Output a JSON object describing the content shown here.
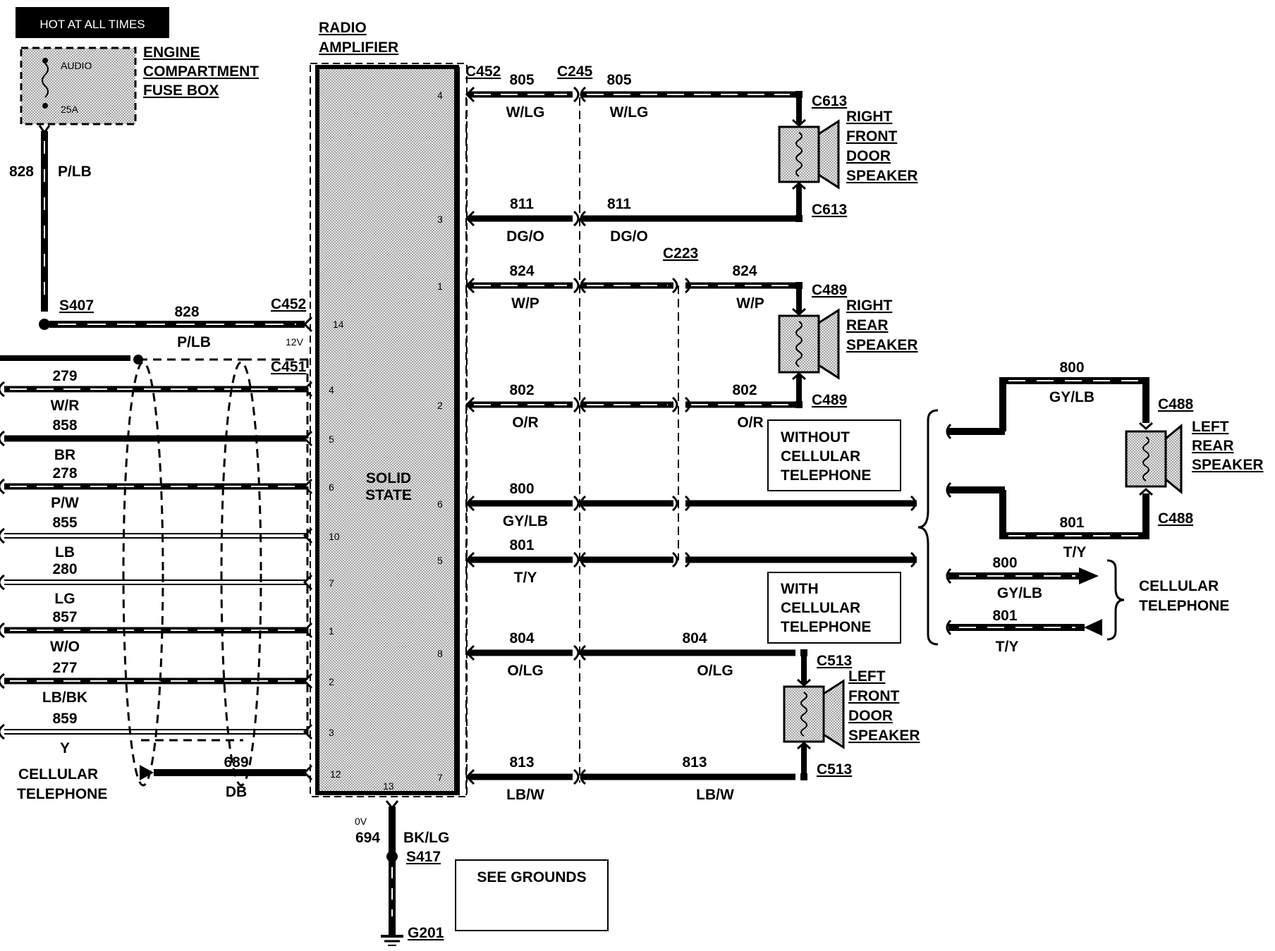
{
  "header": {
    "hot_label": "HOT AT ALL TIMES"
  },
  "fuse_box": {
    "fuse_name": "AUDIO",
    "fuse_rating": "25A",
    "title_lines": [
      "ENGINE",
      "COMPARTMENT",
      "FUSE BOX"
    ]
  },
  "amplifier": {
    "title_lines": [
      "RADIO",
      "AMPLIFIER"
    ],
    "body_lines": [
      "SOLID",
      "STATE"
    ],
    "ground_pin": "13",
    "voltage_12v": "12V",
    "voltage_0v": "0V"
  },
  "power_circuit": {
    "wire_number": "828",
    "wire_color": "P/LB",
    "splice": "S407",
    "connector": "C452"
  },
  "cellular_inputs": {
    "connector": "C451",
    "rows": [
      {
        "number": "279",
        "color": "W/R",
        "pin": "4"
      },
      {
        "number": "858",
        "color": "BR",
        "pin": "5"
      },
      {
        "number": "278",
        "color": "P/W",
        "pin": "6"
      },
      {
        "number": "855",
        "color": "LB",
        "pin": "10"
      },
      {
        "number": "280",
        "color": "LG",
        "pin": "7"
      },
      {
        "number": "857",
        "color": "W/O",
        "pin": "1"
      },
      {
        "number": "277",
        "color": "LB/BK",
        "pin": "2"
      },
      {
        "number": "859",
        "color": "Y",
        "pin": "3"
      }
    ],
    "phone_label_lines": [
      "CELLULAR",
      "TELEPHONE"
    ],
    "phone_wire_number": "689",
    "phone_wire_color": "DB",
    "phone_pin": "12"
  },
  "power_pin": "14",
  "connectors": {
    "c452": "C452",
    "c245": "C245",
    "c223": "C223",
    "c613": "C613",
    "c489": "C489",
    "c488": "C488",
    "c513": "C513"
  },
  "output_rows": [
    {
      "pin": "4",
      "number": "805",
      "color": "W/LG"
    },
    {
      "pin": "3",
      "number": "811",
      "color": "DG/O"
    },
    {
      "pin": "1",
      "number": "824",
      "color": "W/P"
    },
    {
      "pin": "2",
      "number": "802",
      "color": "O/R"
    },
    {
      "pin": "6",
      "number": "800",
      "color": "GY/LB"
    },
    {
      "pin": "5",
      "number": "801",
      "color": "T/Y"
    },
    {
      "pin": "8",
      "number": "804",
      "color": "O/LG"
    },
    {
      "pin": "7",
      "number": "813",
      "color": "LB/W"
    }
  ],
  "speakers": {
    "right_front_lines": [
      "RIGHT",
      "FRONT",
      "DOOR",
      "SPEAKER"
    ],
    "right_rear_lines": [
      "RIGHT",
      "REAR",
      "SPEAKER"
    ],
    "left_rear_lines": [
      "LEFT",
      "REAR",
      "SPEAKER"
    ],
    "left_front_lines": [
      "LEFT",
      "FRONT",
      "DOOR",
      "SPEAKER"
    ]
  },
  "options": {
    "without_lines": [
      "WITHOUT",
      "CELLULAR",
      "TELEPHONE"
    ],
    "with_lines": [
      "WITH",
      "CELLULAR",
      "TELEPHONE"
    ],
    "cellular_lines": [
      "CELLULAR",
      "TELEPHONE"
    ],
    "cell_800_number": "800",
    "cell_800_color": "GY/LB",
    "cell_801_number": "801",
    "cell_801_color": "T/Y"
  },
  "ground": {
    "wire_number": "694",
    "wire_color": "BK/LG",
    "splice": "S417",
    "ground_id": "G201",
    "see_label": "SEE GROUNDS"
  }
}
